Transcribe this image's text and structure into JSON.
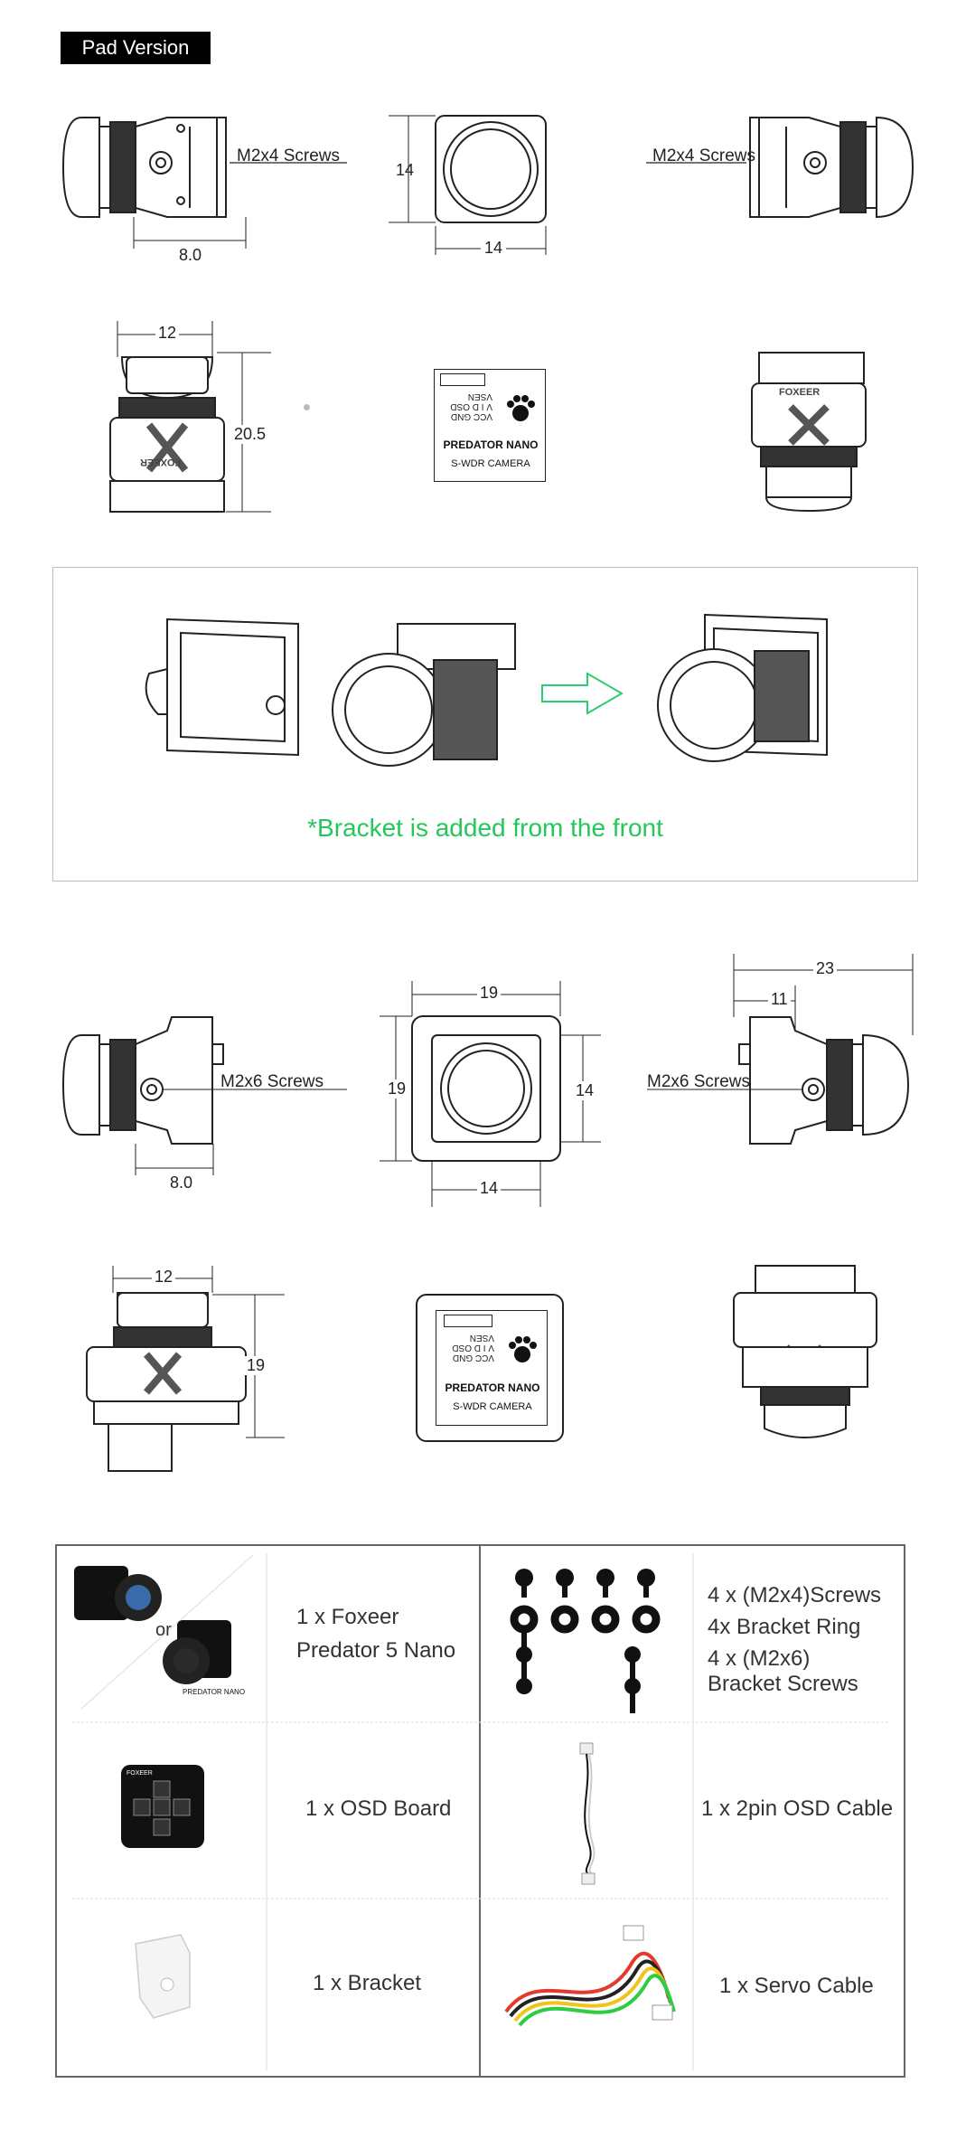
{
  "header": {
    "badge": "Pad Version"
  },
  "pad": {
    "side_left": {
      "screws": "M2x4 Screws",
      "dim": "8.0"
    },
    "front": {
      "height": "14",
      "width": "14"
    },
    "side_right": {
      "screws": "M2x4 Screws"
    },
    "top": {
      "width": "12",
      "height": "20.5",
      "brand": "FOXEER"
    },
    "pcb": {
      "pins": [
        "VSEN",
        "OSD",
        "V I D",
        "GND",
        "VCC"
      ],
      "name": "PREDATOR NANO",
      "sub": "S-WDR CAMERA"
    },
    "rear": {
      "brand": "FOXEER"
    }
  },
  "bracket_install": {
    "note": "*Bracket is added from the front",
    "arrow_color": "#2ecc71"
  },
  "bracket_version": {
    "side_left": {
      "screws": "M2x6 Screws",
      "dim": "8.0"
    },
    "front": {
      "outer_w": "19",
      "outer_h": "19",
      "inner_h": "14",
      "inner_w": "14"
    },
    "side_right": {
      "screws": "M2x6 Screws",
      "width": "23",
      "offset": "11"
    },
    "top": {
      "width": "12",
      "height": "19"
    },
    "pcb": {
      "pins": [
        "VSEN",
        "OSD",
        "V I D",
        "GND",
        "VCC"
      ],
      "name": "PREDATOR NANO",
      "sub": "S-WDR CAMERA"
    }
  },
  "package": {
    "rows": [
      {
        "left_text": [
          "1 x Foxeer",
          "Predator 5 Nano"
        ],
        "left_or": "or",
        "right_text": [
          "4 x (M2x4)Screws",
          "4x Bracket Ring",
          "4 x (M2x6)",
          "Bracket Screws"
        ]
      },
      {
        "left_text": [
          "1 x OSD Board"
        ],
        "right_text": [
          "1 x 2pin OSD Cable"
        ]
      },
      {
        "left_text": [
          "1 x Bracket"
        ],
        "right_text": [
          "1 x Servo Cable"
        ]
      }
    ],
    "osd_board_label": "FOXEER"
  }
}
